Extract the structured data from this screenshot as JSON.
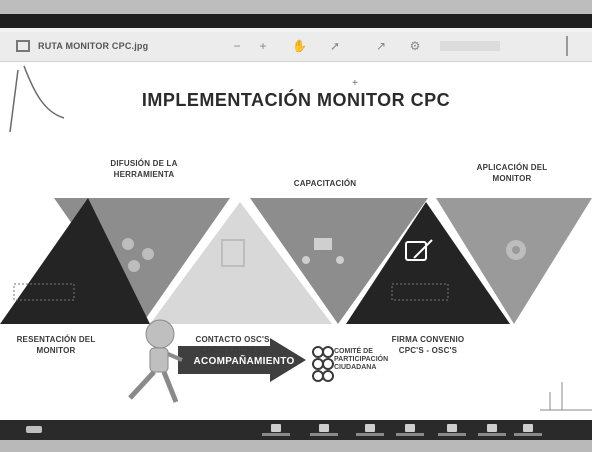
{
  "viewer": {
    "file_name": "RUTA MONITOR CPC.jpg",
    "tool_icons": [
      "zoom-out-icon",
      "zoom-in-icon",
      "hand-icon",
      "cursor-icon",
      "share-icon",
      "settings-icon"
    ]
  },
  "slide": {
    "title": "IMPLEMENTACIÓN MONITOR CPC",
    "steps": [
      {
        "label": "RESENTACIÓN DEL MONITOR",
        "icon": "document-icon"
      },
      {
        "label": "DIFUSIÓN DE LA HERRAMIENTA",
        "icon": "people-icon"
      },
      {
        "label": "CONTACTO OSC'S-CPC'S LOCALES",
        "icon": "building-icon"
      },
      {
        "label": "CAPACITACIÓN",
        "icon": "training-icon"
      },
      {
        "label": "FIRMA CONVENIO CPC'S - OSC'S",
        "icon": "sign-icon"
      },
      {
        "label": "APLICACIÓN DEL MONITOR",
        "icon": "gear-icon"
      }
    ],
    "arrow_label": "ACOMPAÑAMIENTO",
    "logo_text": "COMITÉ DE PARTICIPACIÓN CIUDADANA"
  },
  "colors": {
    "dark_triangle": "#242424",
    "gray_triangle": "#8d8d8d",
    "light_triangle": "#cfcfcf",
    "arrow": "#3f3f3f",
    "taskbar": "#2a2a2a"
  }
}
